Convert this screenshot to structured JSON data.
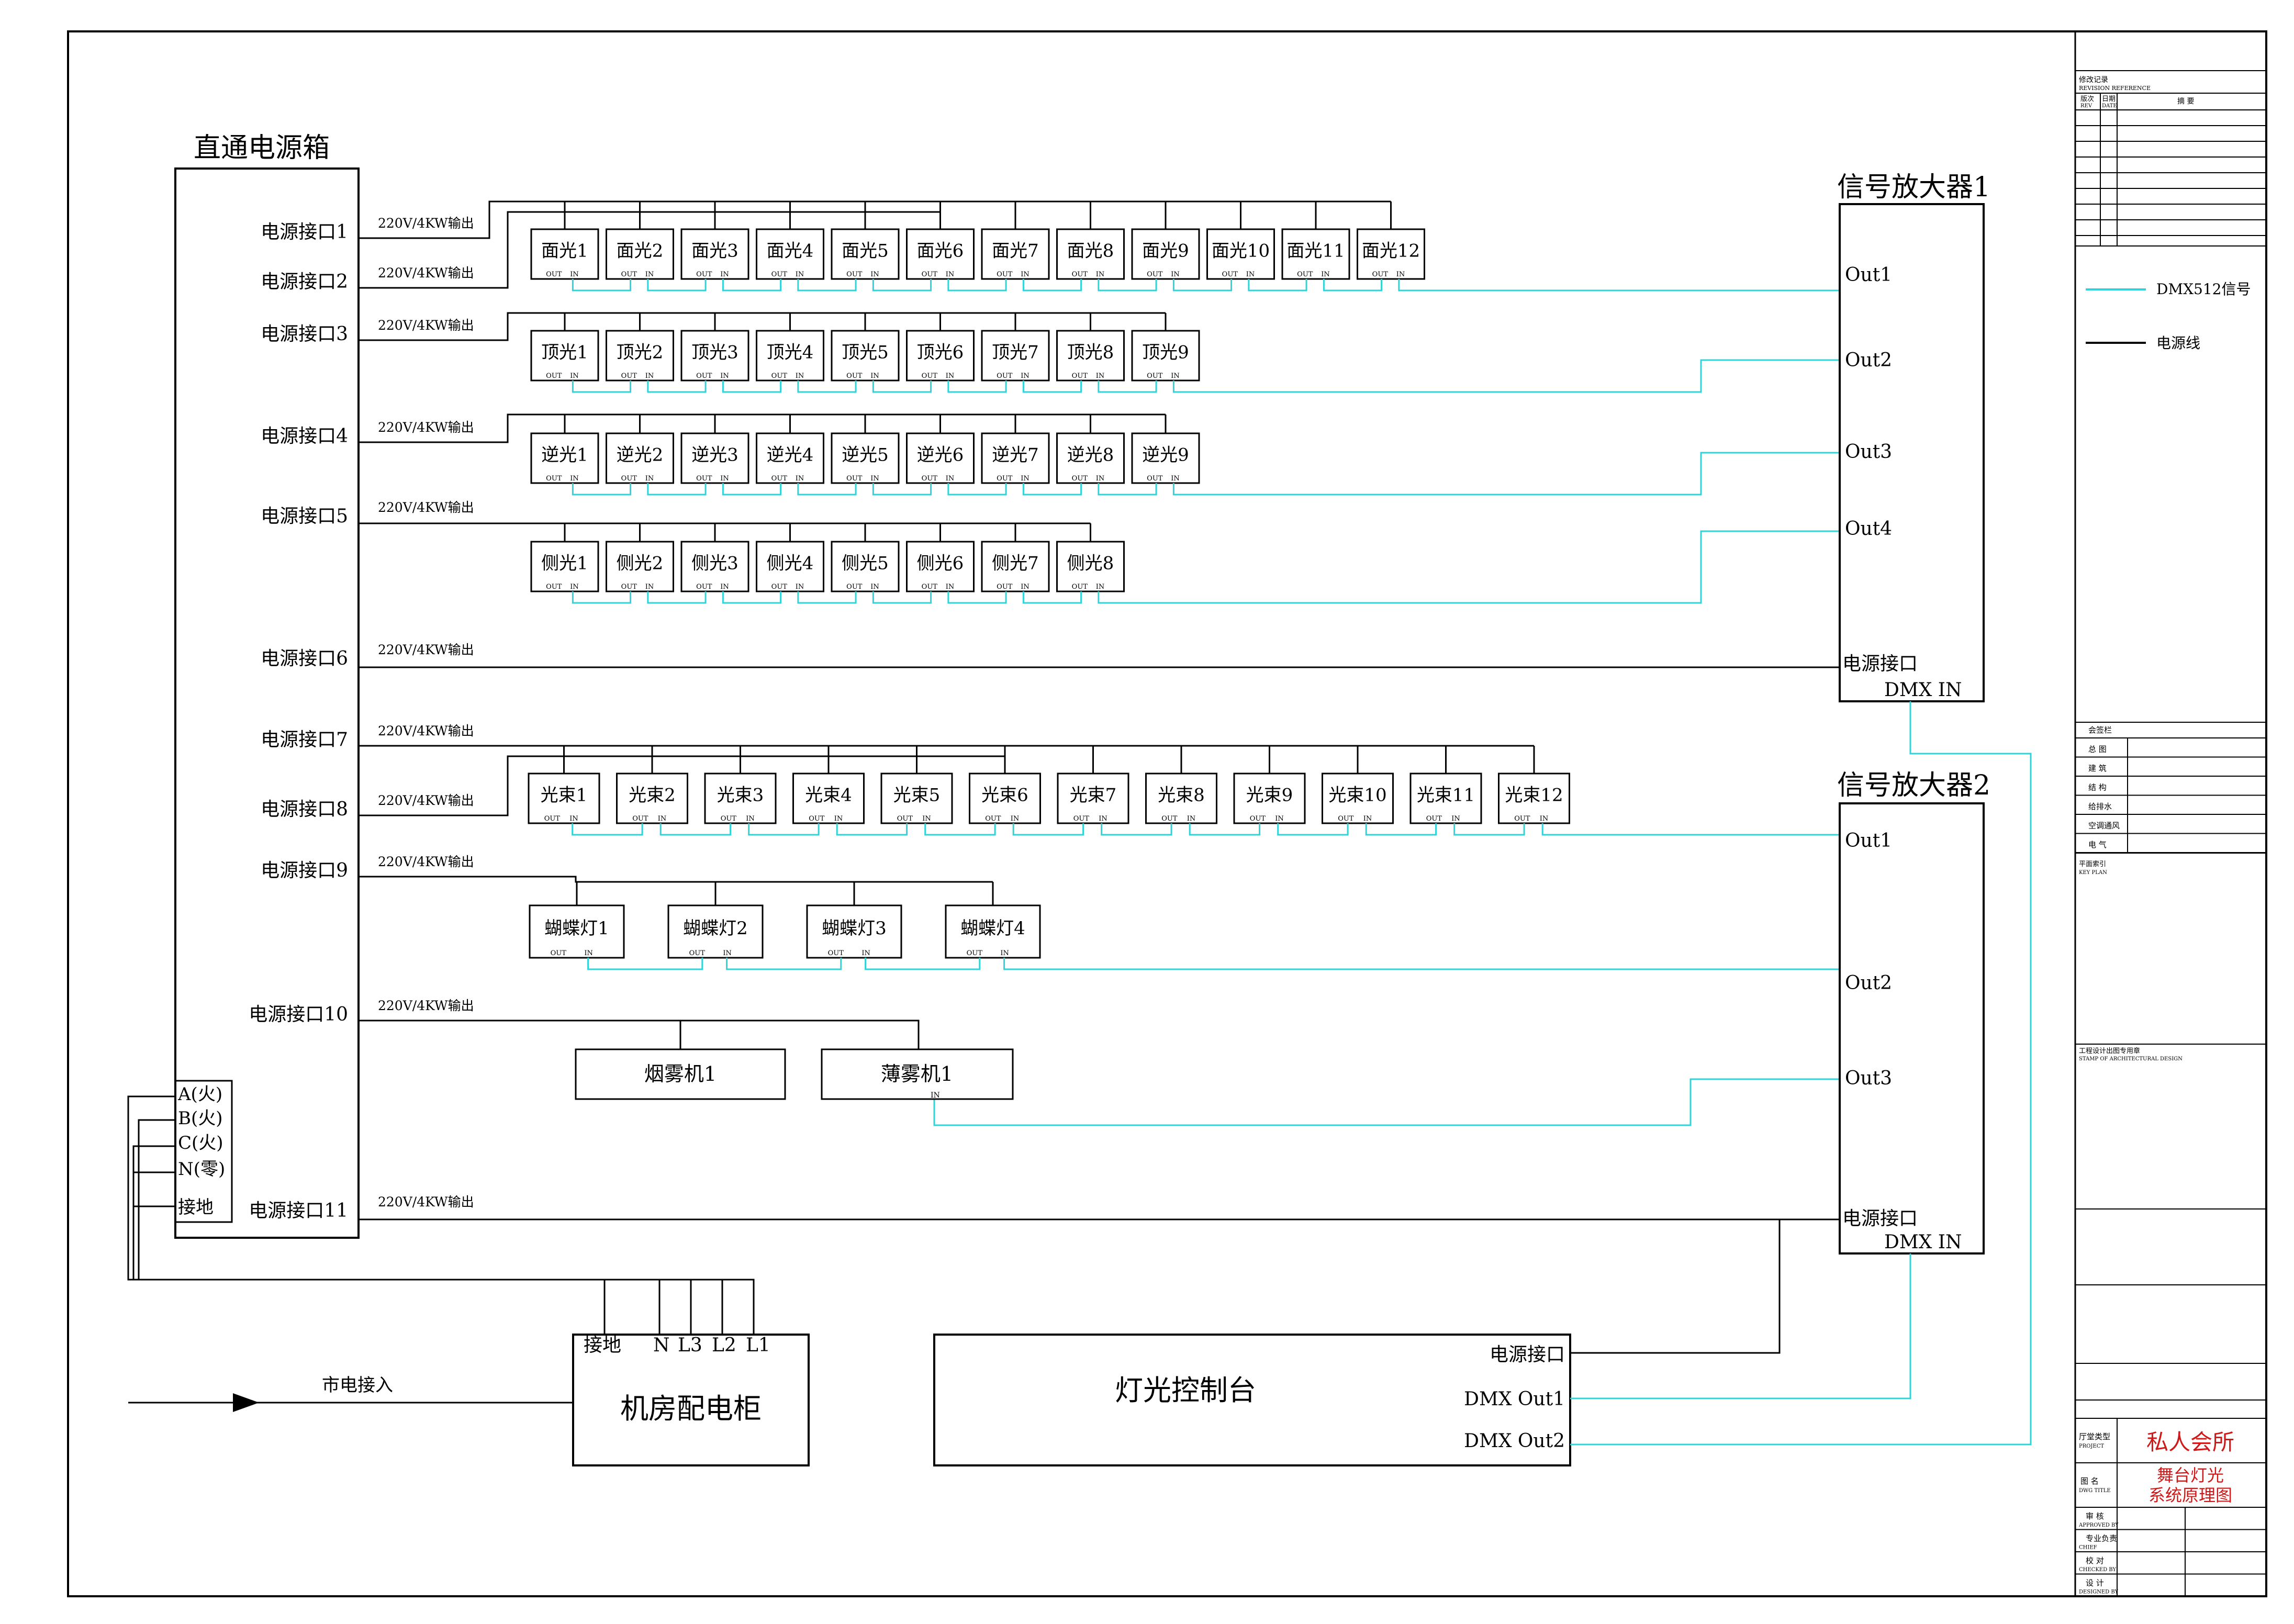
{
  "colors": {
    "signal": "#2fd3d8",
    "power": "#000000",
    "accent": "#d01818"
  },
  "power_box": {
    "title": "直通电源箱",
    "ports": [
      "电源接口1",
      "电源接口2",
      "电源接口3",
      "电源接口4",
      "电源接口5",
      "电源接口6",
      "电源接口7",
      "电源接口8",
      "电源接口9",
      "电源接口10",
      "电源接口11"
    ],
    "output_label": "220V/4KW输出",
    "phases": [
      "A(火)",
      "B(火)",
      "C(火)",
      "N(零)",
      "接地"
    ]
  },
  "fixture_io": {
    "out": "OUT",
    "in": "IN"
  },
  "fixture_rows": [
    {
      "row": "face",
      "items": [
        "面光1",
        "面光2",
        "面光3",
        "面光4",
        "面光5",
        "面光6",
        "面光7",
        "面光8",
        "面光9",
        "面光10",
        "面光11",
        "面光12"
      ]
    },
    {
      "row": "top",
      "items": [
        "顶光1",
        "顶光2",
        "顶光3",
        "顶光4",
        "顶光5",
        "顶光6",
        "顶光7",
        "顶光8",
        "顶光9"
      ]
    },
    {
      "row": "back",
      "items": [
        "逆光1",
        "逆光2",
        "逆光3",
        "逆光4",
        "逆光5",
        "逆光6",
        "逆光7",
        "逆光8",
        "逆光9"
      ]
    },
    {
      "row": "side",
      "items": [
        "侧光1",
        "侧光2",
        "侧光3",
        "侧光4",
        "侧光5",
        "侧光6",
        "侧光7",
        "侧光8"
      ]
    },
    {
      "row": "beam",
      "items": [
        "光束1",
        "光束2",
        "光束3",
        "光束4",
        "光束5",
        "光束6",
        "光束7",
        "光束8",
        "光束9",
        "光束10",
        "光束11",
        "光束12"
      ]
    },
    {
      "row": "butterfly",
      "items": [
        "蝴蝶灯1",
        "蝴蝶灯2",
        "蝴蝶灯3",
        "蝴蝶灯4"
      ]
    }
  ],
  "effects": {
    "smoke": "烟雾机1",
    "haze": "薄雾机1",
    "haze_in": "IN"
  },
  "amp1": {
    "title": "信号放大器1",
    "outs": [
      "Out1",
      "Out2",
      "Out3",
      "Out4"
    ],
    "power": "电源接口",
    "dmx_in": "DMX  IN"
  },
  "amp2": {
    "title": "信号放大器2",
    "outs": [
      "Out1",
      "Out2",
      "Out3"
    ],
    "power": "电源接口",
    "dmx_in": "DMX  IN"
  },
  "cabinet": {
    "title": "机房配电柜",
    "terminals": [
      "接地",
      "N",
      "L3",
      "L2",
      "L1"
    ],
    "mains": "市电接入"
  },
  "console": {
    "title": "灯光控制台",
    "power": "电源接口",
    "out1": "DMX  Out1",
    "out2": "DMX  Out2"
  },
  "legend": {
    "signal": "DMX512信号",
    "power": "电源线"
  },
  "title_block": {
    "rev_title": "修改记录",
    "rev_sub": "REVISION REFERENCE",
    "rev_no": "版次",
    "rev_no_en": "REV",
    "rev_date": "日期",
    "rev_date_en": "DATE",
    "rev_note": "摘  要",
    "sign_title": "会签栏",
    "sign_rows": [
      "总  图",
      "建  筑",
      "结  构",
      "给排水",
      "空调通风",
      "电  气"
    ],
    "key_plan": "平面索引",
    "key_plan_en": "KEY PLAN",
    "stamp": "工程设计出图专用章",
    "stamp_en": "STAMP OF ARCHITECTURAL DESIGN",
    "project_label": "厅堂类型",
    "project_label_en": "PROJECT",
    "project": "私人会所",
    "dwg_label": "图  名",
    "dwg_label_en": "DWG TITLE",
    "dwg_title_1": "舞台灯光",
    "dwg_title_2": "系统原理图",
    "roles": [
      {
        "cn": "审  核",
        "en": "APPROVED BY"
      },
      {
        "cn": "专业负责",
        "en": "CHIEF"
      },
      {
        "cn": "校  对",
        "en": "CHECKED BY"
      },
      {
        "cn": "设  计",
        "en": "DESIGNED BY"
      }
    ]
  }
}
